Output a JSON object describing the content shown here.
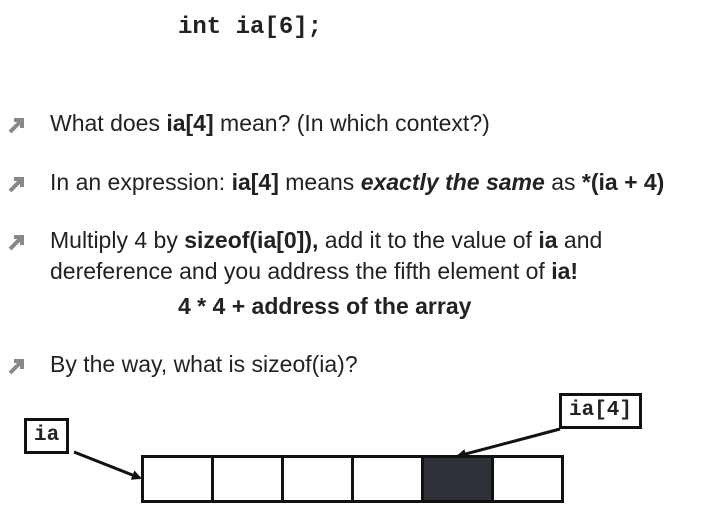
{
  "header": {
    "code": "int ia[6];"
  },
  "bullets": [
    {
      "parts": [
        "What does ",
        "ia[4]",
        " mean? (In which context?)"
      ]
    },
    {
      "parts": [
        "In an expression: ",
        "ia[4]",
        " means ",
        "exactly the same",
        " as ",
        "*(ia + 4)"
      ]
    },
    {
      "line1": [
        "Multiply 4 by ",
        "sizeof(ia[0]),",
        " add it to the value of ",
        "ia",
        " and"
      ],
      "line2": [
        "dereference and you address the fifth element of ",
        "ia!"
      ]
    },
    {
      "parts": [
        "By the way, what is sizeof(ia)?"
      ]
    }
  ],
  "formula": "4 * 4 + address of the array",
  "diagram": {
    "array_label": "ia",
    "element_label": "ia[4]",
    "cell_count": 6,
    "highlighted_index": 4,
    "colors": {
      "highlight": "#2f3138",
      "border": "#111111",
      "arrow_bullet": "#888888"
    }
  }
}
